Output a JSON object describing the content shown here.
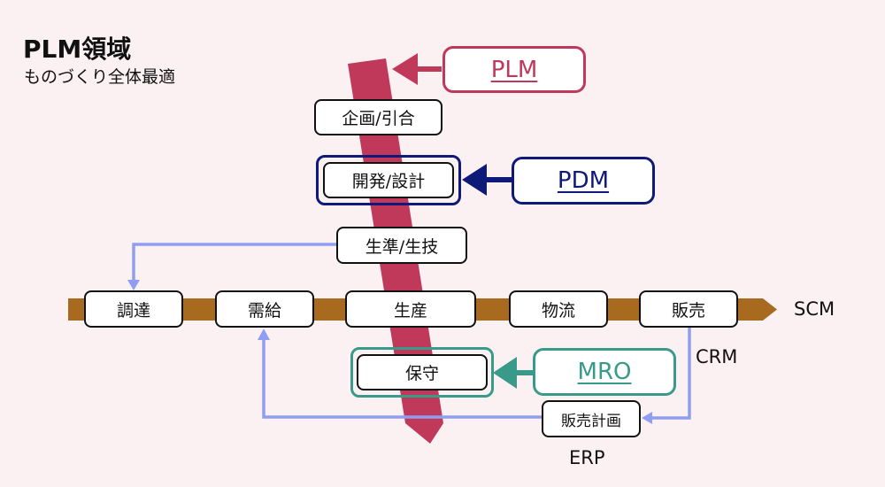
{
  "header": {
    "title": "PLM領域",
    "subtitle": "ものづくり全体最適"
  },
  "colors": {
    "plm": "#c0385a",
    "pdm": "#0f1a78",
    "mro": "#3a9a8a",
    "scm_band": "#a86a1e",
    "flow_line": "#8f9ef0",
    "background": "#fbf1f3"
  },
  "systems": {
    "plm": "PLM",
    "pdm": "PDM",
    "mro": "MRO"
  },
  "process": {
    "planning": "企画/引合",
    "development": "開発/設計",
    "production_engineering": "生準/生技",
    "maintenance": "保守",
    "sales_planning": "販売計画"
  },
  "supply_chain": [
    "調達",
    "需給",
    "生産",
    "物流",
    "販売"
  ],
  "labels": {
    "scm": "SCM",
    "crm": "CRM",
    "erp": "ERP"
  }
}
